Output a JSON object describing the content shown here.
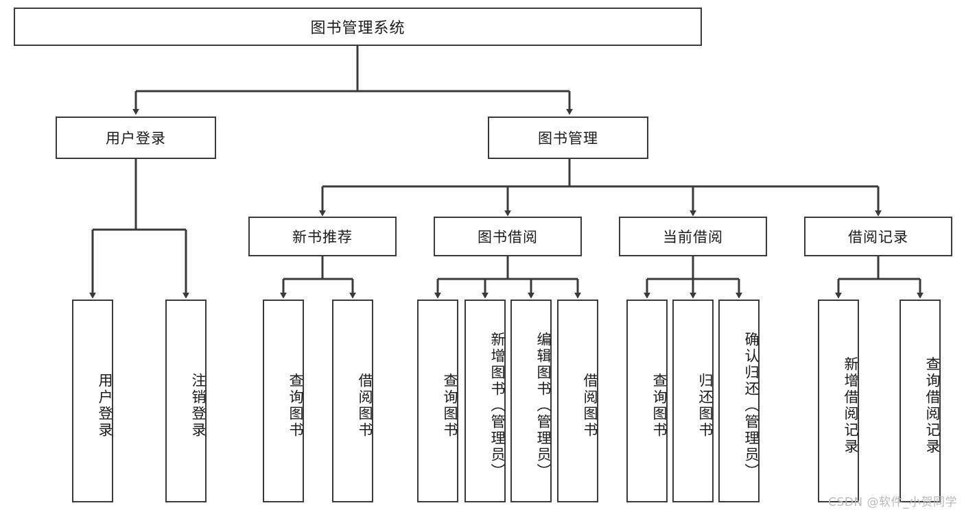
{
  "diagram": {
    "type": "tree-hierarchy",
    "title": "图书管理系统",
    "root": {
      "label": "图书管理系统"
    },
    "level2": [
      {
        "label": "用户登录"
      },
      {
        "label": "图书管理"
      }
    ],
    "level3": [
      {
        "label": "新书推荐"
      },
      {
        "label": "图书借阅"
      },
      {
        "label": "当前借阅"
      },
      {
        "label": "借阅记录"
      }
    ],
    "leaves": {
      "user_login": [
        {
          "label": "用户登录"
        },
        {
          "label": "注销登录"
        }
      ],
      "new_book": [
        {
          "label": "查询图书"
        },
        {
          "label": "借阅图书"
        }
      ],
      "book_borrow": [
        {
          "label": "查询图书"
        },
        {
          "label": "新增图书（管理员）"
        },
        {
          "label": "编辑图书（管理员）"
        },
        {
          "label": "借阅图书"
        }
      ],
      "current_borrow": [
        {
          "label": "查询图书"
        },
        {
          "label": "归还图书"
        },
        {
          "label": "确认归还（管理员）"
        }
      ],
      "borrow_record": [
        {
          "label": "新增借阅记录"
        },
        {
          "label": "查询借阅记录"
        }
      ]
    }
  },
  "watermark": {
    "text": "CSDN @软件_小贺同学"
  },
  "colors": {
    "box_border": "#3a3a3a",
    "box_fill": "#ffffff",
    "line": "#3a3a3a",
    "text": "#1a1a1a",
    "watermark": "#b9b9b9"
  }
}
